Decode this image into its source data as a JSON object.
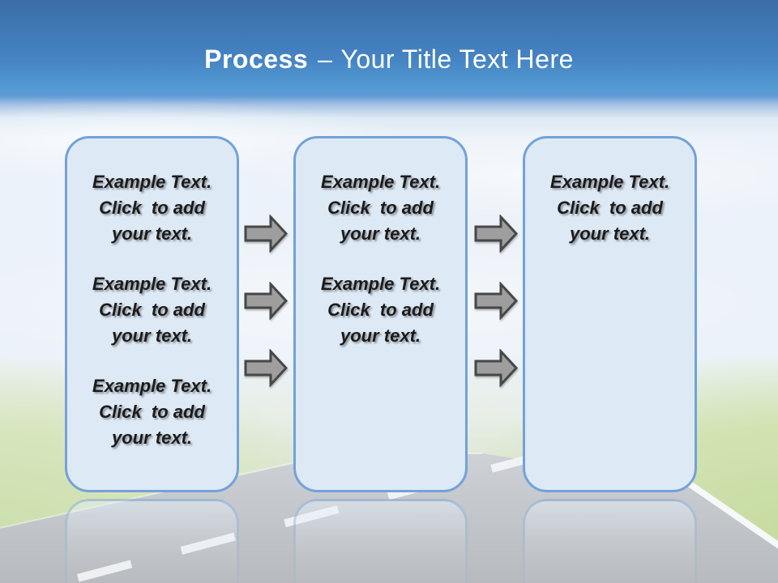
{
  "slide": {
    "title": {
      "keyword": "Process",
      "separator": "–",
      "text": "Your Title Text Here"
    },
    "boxes": [
      {
        "id": "step-1",
        "paragraphs": [
          {
            "lines": [
              "Example Text.",
              "Click  to add",
              "your text."
            ]
          },
          {
            "lines": [
              "Example Text.",
              "Click  to add",
              "your text."
            ]
          },
          {
            "lines": [
              "Example Text.",
              "Click  to add",
              "your text."
            ]
          }
        ]
      },
      {
        "id": "step-2",
        "paragraphs": [
          {
            "lines": [
              "Example Text.",
              "Click  to add",
              "your text."
            ]
          },
          {
            "lines": [
              "Example Text.",
              "Click  to add",
              "your text."
            ]
          }
        ]
      },
      {
        "id": "step-3",
        "paragraphs": [
          {
            "lines": [
              "Example Text.",
              "Click  to add",
              "your text."
            ]
          }
        ]
      }
    ],
    "arrow_groups": [
      {
        "id": "group-1",
        "between": "step-1 and step-2",
        "icon": "right-block-arrow",
        "arrow_count": 3
      },
      {
        "id": "group-2",
        "between": "step-2 and step-3",
        "icon": "right-block-arrow",
        "arrow_count": 3
      }
    ],
    "colors": {
      "sky_top": "#3B6DA6",
      "sky_mid": "#5F9AD5",
      "title_text": "#FFFFFF",
      "box_fill": "#DEE9F6",
      "box_border": "#72A2D9",
      "box_text": "#1B1B1B",
      "arrow_fill": "#9E9E9E",
      "arrow_stroke": "#474747",
      "grass": "#CFE2AC",
      "road": "#C3C6CB",
      "road_marking": "#F3F5F7"
    }
  }
}
